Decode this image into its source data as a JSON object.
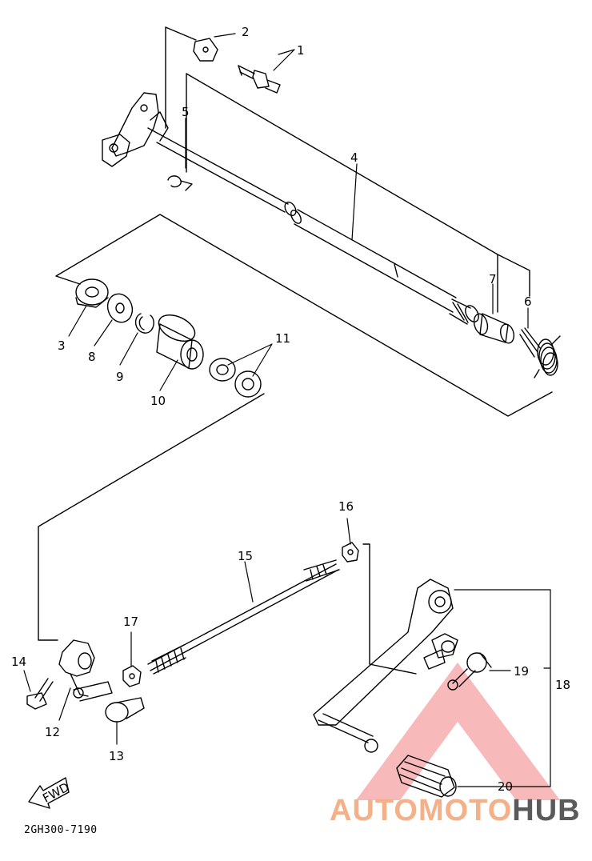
{
  "callouts": {
    "c1": "1",
    "c2": "2",
    "c3": "3",
    "c4": "4",
    "c5": "5",
    "c6": "6",
    "c7": "7",
    "c8": "8",
    "c9": "9",
    "c10": "10",
    "c11": "11",
    "c12": "12",
    "c13": "13",
    "c14": "14",
    "c15": "15",
    "c16": "16",
    "c17": "17",
    "c18": "18",
    "c19": "19",
    "c20": "20"
  },
  "fwd_label": "FWD",
  "diagram_code": "2GH300-7190",
  "watermark": {
    "part1": "AUTOMOTO",
    "part2": "HUB"
  },
  "colors": {
    "line": "#000000",
    "watermark_logo": "#f08080",
    "watermark_text1": "#f3b089",
    "watermark_text2": "#5a5a5a"
  }
}
